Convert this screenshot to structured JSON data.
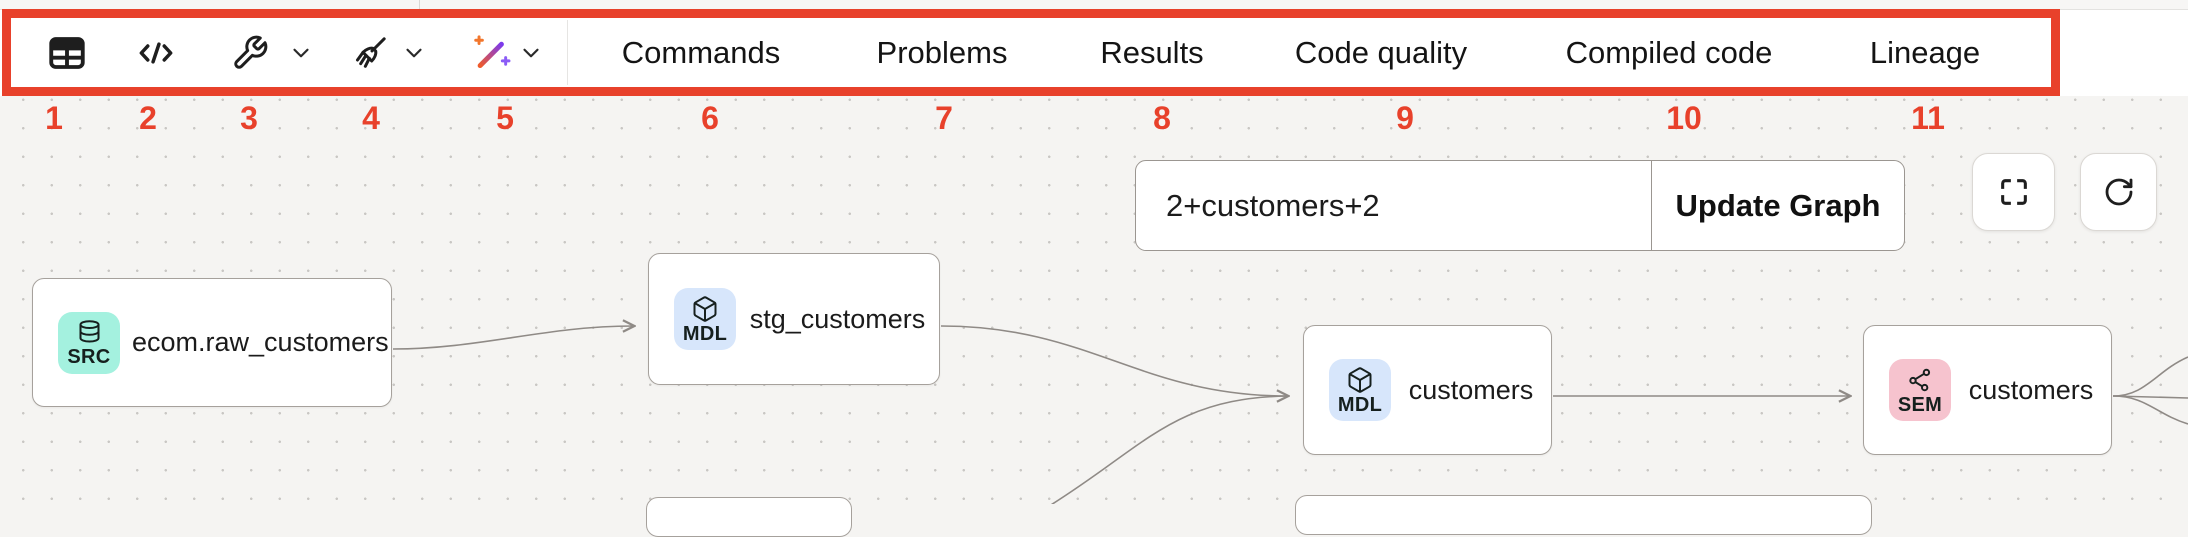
{
  "toolbar": {
    "icons": [
      {
        "name": "table",
        "has_dropdown": false
      },
      {
        "name": "code",
        "has_dropdown": false
      },
      {
        "name": "wrench",
        "has_dropdown": true
      },
      {
        "name": "broom",
        "has_dropdown": true
      },
      {
        "name": "magic-wand",
        "has_dropdown": true
      }
    ],
    "tabs": [
      {
        "label": "Commands"
      },
      {
        "label": "Problems"
      },
      {
        "label": "Results"
      },
      {
        "label": "Code quality"
      },
      {
        "label": "Compiled code"
      },
      {
        "label": "Lineage"
      }
    ]
  },
  "annotations": {
    "color": "#e8412b",
    "numbers": [
      "1",
      "2",
      "3",
      "4",
      "5",
      "6",
      "7",
      "8",
      "9",
      "10",
      "11"
    ]
  },
  "graph_controls": {
    "filter_input_value": "2+customers+2",
    "update_button_label": "Update Graph"
  },
  "canvas": {
    "nodes": [
      {
        "type": "SRC",
        "label": "ecom.raw_customers",
        "badge_color": "#a4f1df",
        "icon": "database"
      },
      {
        "type": "MDL",
        "label": "stg_customers",
        "badge_color": "#d7e6fb",
        "icon": "cube"
      },
      {
        "type": "MDL",
        "label": "customers",
        "badge_color": "#d7e6fb",
        "icon": "cube"
      },
      {
        "type": "SEM",
        "label": "customers",
        "badge_color": "#f6c3ce",
        "icon": "share-nodes"
      }
    ],
    "edge_color": "#8f8a86"
  }
}
